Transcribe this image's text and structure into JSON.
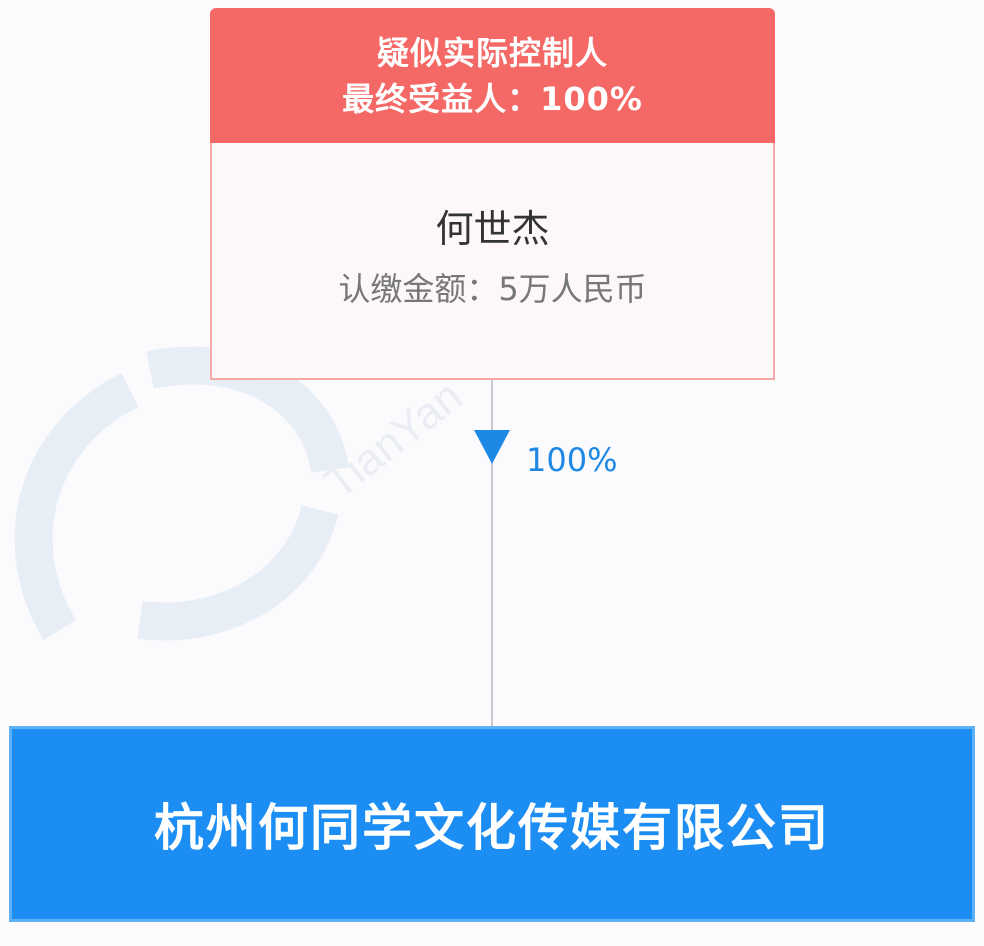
{
  "controller": {
    "header_line1": "疑似实际控制人",
    "header_line2": "最终受益人：100%",
    "name": "何世杰",
    "subscription": "认缴金额：5万人民币"
  },
  "edge": {
    "percentage": "100%"
  },
  "company": {
    "name": "杭州何同学文化传媒有限公司"
  },
  "watermark": {
    "text": "TianYan"
  },
  "colors": {
    "header_red": "#f46966",
    "body_bg": "#fdf7f7",
    "body_border": "#f6aaa7",
    "arrow_blue": "#1e88e5",
    "company_blue": "#1b8df3"
  }
}
